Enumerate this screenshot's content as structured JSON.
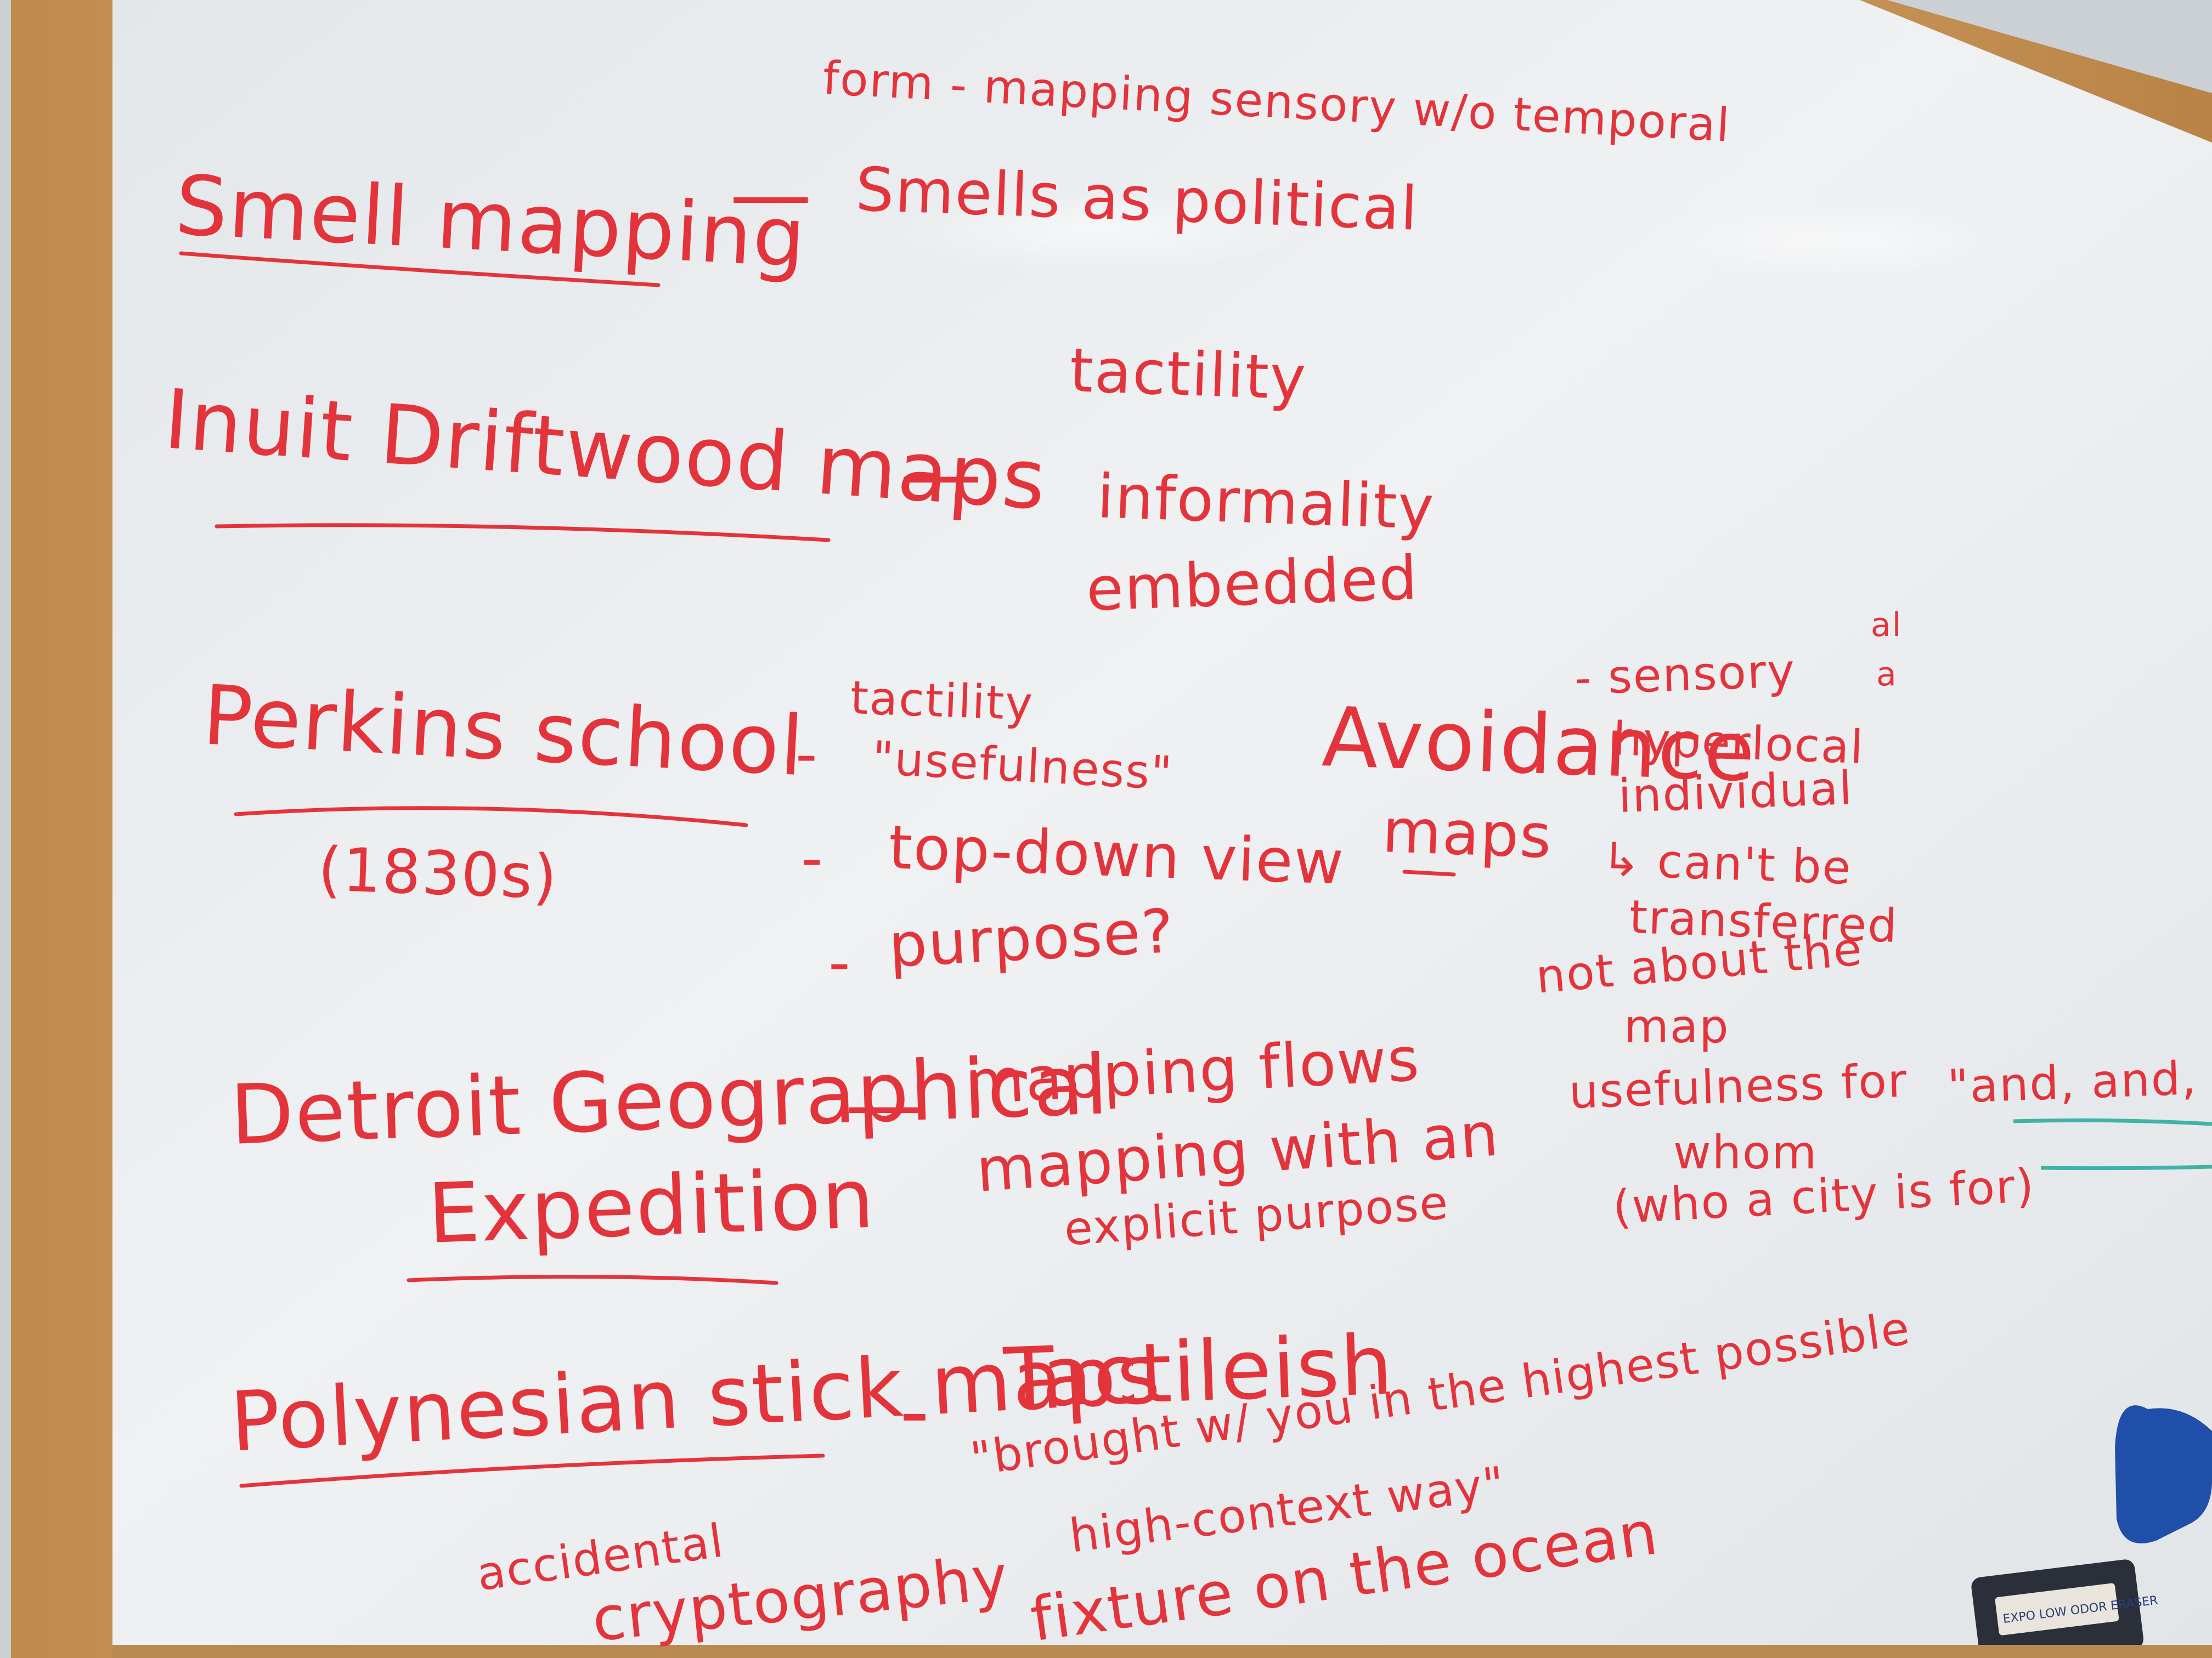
{
  "colors": {
    "ink": "#e3343c",
    "teal_ink": "#3fb3a6",
    "board": "#eef0f2",
    "frame": "#d6a56a",
    "hook": "#1f4fa8",
    "eraser_body": "#2a2f3a",
    "eraser_label": "#e9e4dc"
  },
  "notes": {
    "form_line": "form - mapping sensory w/o temporal",
    "smell_mapping": "Smell mapping",
    "smells_dash": "—",
    "smells_political": "Smells as political",
    "inuit": "Inuit Driftwood maps",
    "inuit_dash": "—",
    "tactility_1": "tactility",
    "informality": "informality",
    "embedded": "embedded",
    "perkins": "Perkins school",
    "perkins_years": "(1830s)",
    "perkins_dash_1": "-",
    "perkins_tactility": "tactility",
    "usefulness_quote": "\"usefulness\"",
    "perkins_dash_2": "-",
    "top_down": "top-down view",
    "perkins_dash_3": "-",
    "purpose": "purpose?",
    "avoidance": "Avoidance",
    "avoidance_maps": "maps",
    "sensory": "- sensory",
    "hyperlocal": "hyperlocal",
    "individual": "individual",
    "cant_be": "↳ can't be",
    "transferred": "transferred",
    "not_about_the": "not about the",
    "map": "map",
    "usefulness_for": "usefulness for",
    "whom": "whom",
    "who_city": "(who a city is for)",
    "detroit": "Detroit Geographical",
    "expedition": "Expedition",
    "detroit_dash": "—",
    "mapping_flows": "mapping flows",
    "mapping_with_an": "mapping with an",
    "explicit_purpose": "explicit purpose",
    "and_and": "\"and, and, and",
    "polynesian": "Polynesian stick maps",
    "polynesian_dash": "-",
    "tactileish": "Tactileish",
    "brought": "\"brought w/ you in the highest possible",
    "high_context": "high-context way\"",
    "accidental": "accidental",
    "cryptography": "cryptography",
    "fixture": "fixture on the ocean",
    "edge_al": "al",
    "edge_a": "a"
  },
  "eraser": {
    "label": "EXPO LOW ODOR ERASER"
  }
}
